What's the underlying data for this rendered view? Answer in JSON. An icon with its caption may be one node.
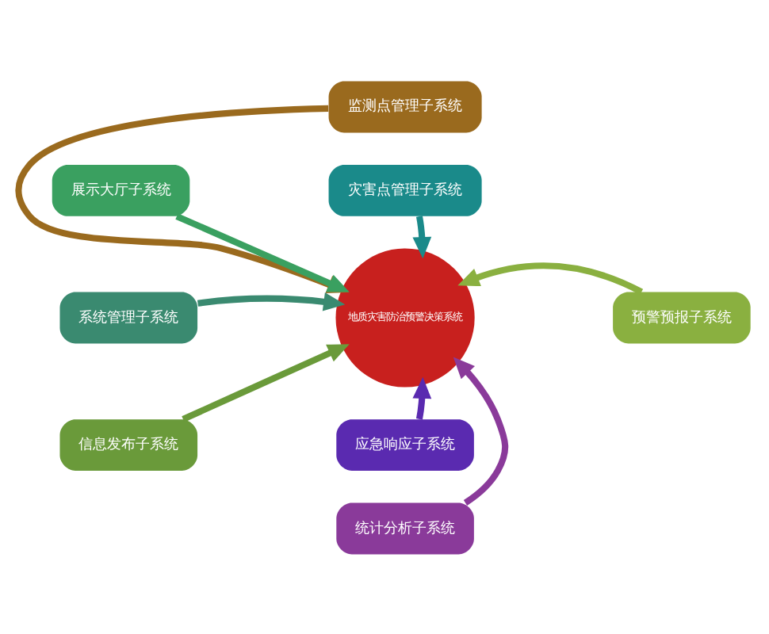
{
  "diagram": {
    "nodes": [
      {
        "text": [
          "监测点管理子系统"
        ]
      },
      {
        "text": [
          "展示大厅子系统"
        ]
      },
      {
        "text": [
          "灾害点管理子系统"
        ]
      },
      {
        "text": [
          "系统管理子系统"
        ]
      },
      {
        "text": [
          "地质灾害防治预警决策系统"
        ]
      },
      {
        "text": [
          "预警预报子系统"
        ]
      },
      {
        "text": [
          "信息发布子系统"
        ]
      },
      {
        "text": [
          "应急响应子系统"
        ]
      },
      {
        "text": [
          "统计分析子系统"
        ]
      }
    ],
    "edges": [
      {
        "from": 0,
        "to": 4,
        "arrow": "to",
        "color": "#9a6a1e"
      },
      {
        "from": 1,
        "to": 4,
        "arrow": "to",
        "color": "#3aa060"
      },
      {
        "from": 2,
        "to": 4,
        "arrow": "to",
        "color": "#1a8a8a"
      },
      {
        "from": 3,
        "to": 4,
        "arrow": "to",
        "color": "#3a8a70"
      },
      {
        "from": 5,
        "to": 4,
        "arrow": "to",
        "color": "#8ab040"
      },
      {
        "from": 6,
        "to": 4,
        "arrow": "to",
        "color": "#6a9a3a"
      },
      {
        "from": 7,
        "to": 4,
        "arrow": "to",
        "color": "#5a2ab0"
      },
      {
        "from": 8,
        "to": 4,
        "arrow": "to",
        "color": "#8a3a9a"
      }
    ]
  }
}
